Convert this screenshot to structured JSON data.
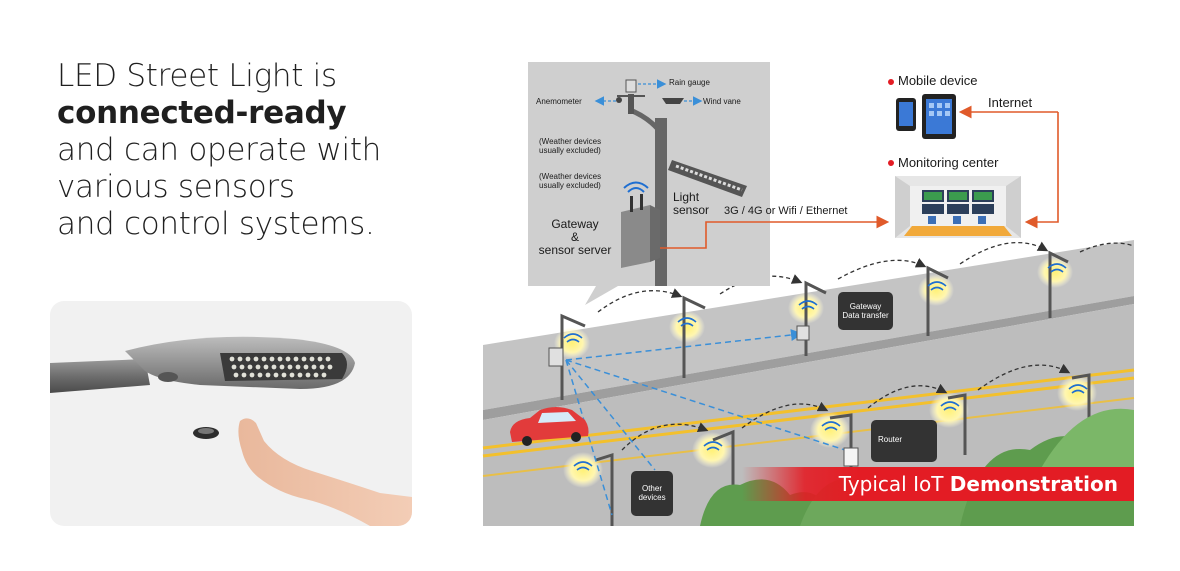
{
  "headline": {
    "line1": "LED Street Light is",
    "line2": "connected-ready",
    "line3": "and can operate with",
    "line4": "various sensors",
    "line5": "and control systems."
  },
  "weather_panel": {
    "rain_gauge": "Rain gauge",
    "anemometer": "Anemometer",
    "wind_vane": "Wind vane",
    "note1": [
      "(Weather devices",
      "usually excluded)"
    ],
    "note2": [
      "(Weather devices",
      "usually excluded)"
    ],
    "light_sensor": [
      "Light",
      "sensor"
    ],
    "gateway": [
      "Gateway",
      "&",
      "sensor server"
    ]
  },
  "network": {
    "link_label": "3G / 4G or Wifi / Ethernet",
    "mobile_device": "Mobile device",
    "internet": "Internet",
    "monitoring_center": "Monitoring center"
  },
  "street": {
    "gateway_bubble": [
      "Gateway",
      "Data transfer"
    ],
    "router_bubble": "Router",
    "other_devices": [
      "Other",
      "devices"
    ]
  },
  "banner": {
    "regular": "Typical IoT ",
    "bold": "Demonstration"
  },
  "colors": {
    "accent_red": "#e31c24",
    "link_orange": "#e05a2a",
    "wifi_blue": "#1f6fd1",
    "glow_yellow": "#fff3a0",
    "road_gray": "#b9b9b9"
  }
}
